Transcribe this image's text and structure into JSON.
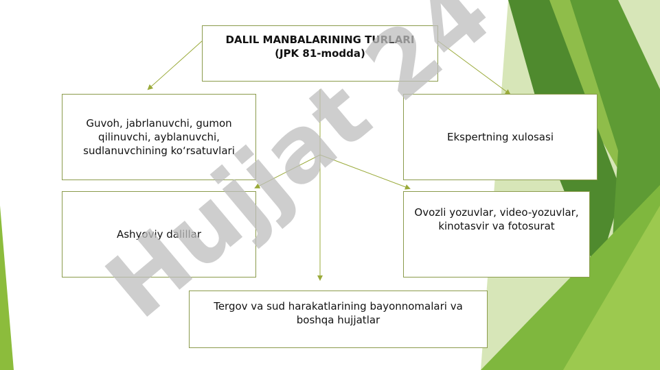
{
  "diagram": {
    "title_line1": "DALIL MANBALARINING TURLARI",
    "title_line2": "(JPK 81-modda)",
    "box_witness": "Guvoh, jabrlanuvchi, gumon qilinuvchi, ayblanuvchi, sudlanuvchining ko‘rsatuvlari",
    "box_expert": "Ekspertning xulosasi",
    "box_physical": "Ashyoviy dalillar",
    "box_audio": "Ovozli yozuvlar, video-yozuvlar, kinotasvir va fotosurat",
    "box_protocols": "Tergov va sud harakatlarining bayonnomalari va boshqa hujjatlar"
  },
  "watermark": {
    "text": "Hujjat 24",
    "color": "#c0c0c0",
    "accent_color": "#c8b8f0"
  },
  "colors": {
    "border": "#8a9a4a",
    "arrow": "#9aaa3a",
    "green_dark": "#4a8a2a",
    "green_mid": "#6aa838",
    "green_light": "#98c850"
  }
}
